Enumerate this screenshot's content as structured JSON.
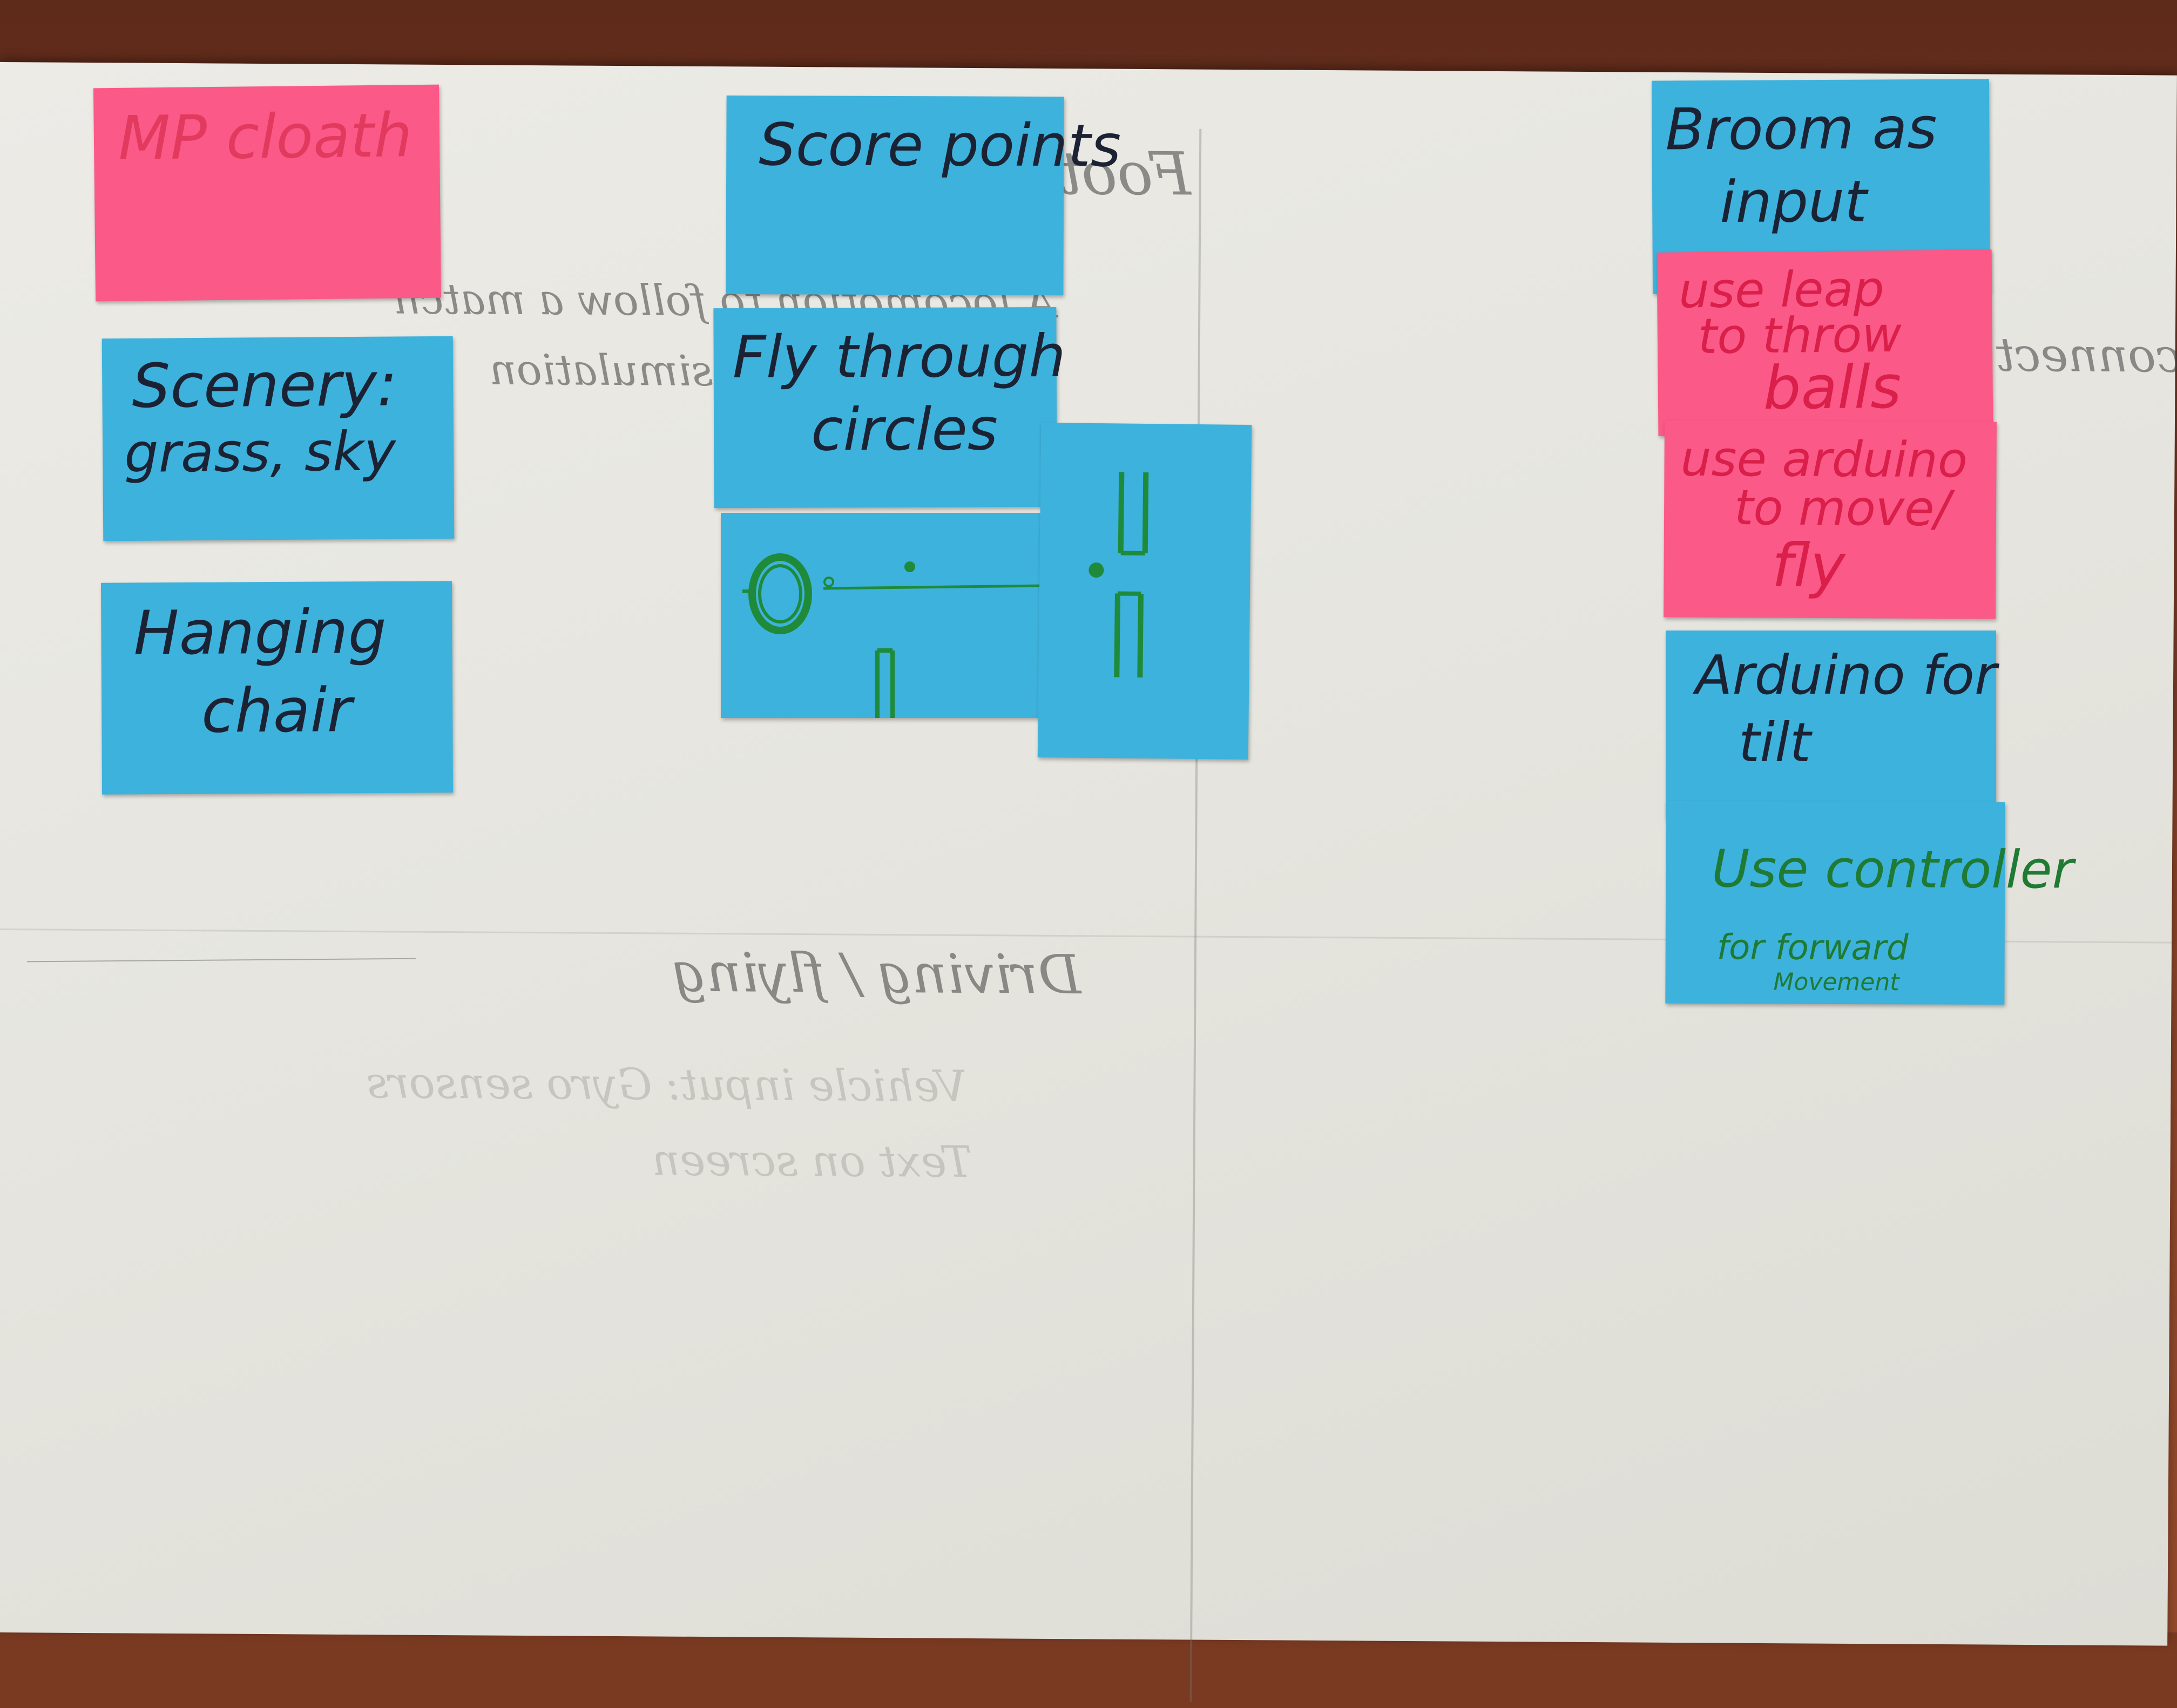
{
  "colors": {
    "blue_note": "#3db2dc",
    "pink_note": "#fb5987",
    "paper": "#e8e7e1",
    "table": "#7a3a22",
    "green_marker": "#1f8a3a"
  },
  "notes": {
    "mp_cloath": {
      "text": "MP cloath"
    },
    "scenery": {
      "line1": "Scenery:",
      "line2": "grass, sky"
    },
    "hanging_chair": {
      "line1": "Hanging",
      "line2": "chair"
    },
    "score_points": {
      "text": "Score points"
    },
    "fly_through_circles": {
      "line1": "Fly through",
      "line2": "circles"
    },
    "broom_as_input": {
      "line1": "Broom as",
      "line2": "input"
    },
    "use_leap": {
      "line1": "use leap",
      "line2": "to throw",
      "line3": "balls"
    },
    "use_arduino": {
      "line1": "use arduino",
      "line2": "to move/",
      "line3": "fly"
    },
    "arduino_tilt": {
      "line1": "Arduino for",
      "line2": "tilt"
    },
    "use_controller": {
      "line1": "Use controller",
      "line2": "for forward",
      "line3": "Movement"
    }
  },
  "paper_text": {
    "mirrored_heading": "Driving / flying",
    "mirrored_top": "Foot",
    "mirrored_line1": "A locomotion to follow a match",
    "mirrored_line2": "simulation",
    "mirrored_right": "connect",
    "mirrored_faint1": "Vehicle input: Gyro sensors",
    "mirrored_faint2": "Text on screen"
  }
}
